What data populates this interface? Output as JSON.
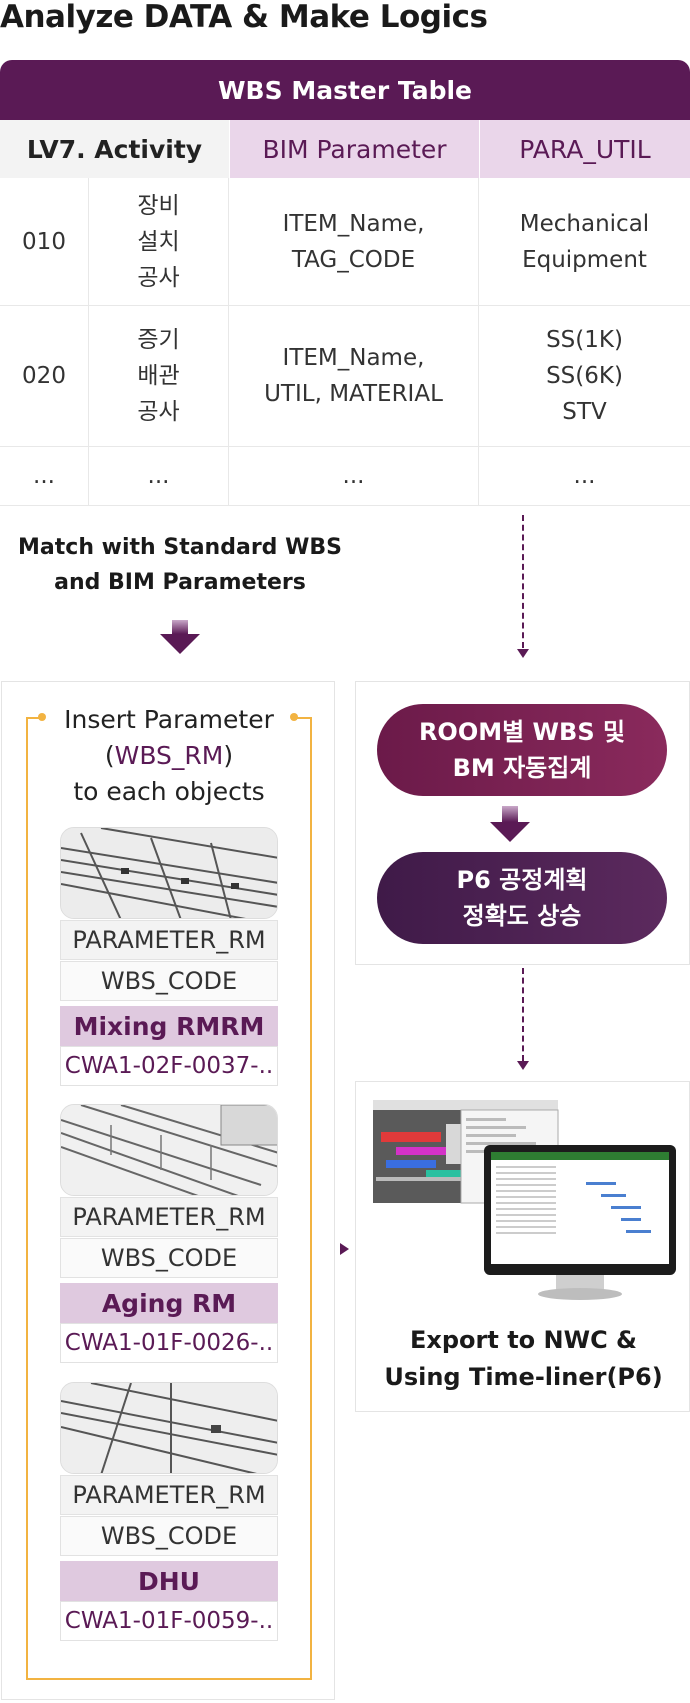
{
  "title": "Analyze DATA & Make Logics",
  "wbs_table": {
    "header": "WBS Master Table",
    "columns": [
      "LV7. Activity",
      "BIM Parameter",
      "PARA_UTIL"
    ],
    "rows": [
      {
        "code": "010",
        "name": "장비\n설치\n공사",
        "bim": "ITEM_Name,\nTAG_CODE",
        "util": "Mechanical\nEquipment"
      },
      {
        "code": "020",
        "name": "증기\n배관\n공사",
        "bim": "ITEM_Name,\nUTIL, MATERIAL",
        "util": "SS(1K)\nSS(6K)\nSTV"
      },
      {
        "code": "...",
        "name": "...",
        "bim": "...",
        "util": "..."
      }
    ]
  },
  "match_text": "Match with Standard WBS\nand BIM Parameters",
  "left_panel": {
    "insert_pre": "Insert Parameter",
    "insert_open": "(",
    "insert_param": "WBS_RM",
    "insert_close": ")",
    "insert_post": "to each objects",
    "objects": [
      {
        "param_label": "PARAMETER_RM",
        "wbs_label": "WBS_CODE",
        "room": "Mixing RMRM",
        "code": "CWA1-02F-0037-.."
      },
      {
        "param_label": "PARAMETER_RM",
        "wbs_label": "WBS_CODE",
        "room": "Aging RM",
        "code": "CWA1-01F-0026-.."
      },
      {
        "param_label": "PARAMETER_RM",
        "wbs_label": "WBS_CODE",
        "room": "DHU",
        "code": "CWA1-01F-0059-.."
      }
    ]
  },
  "right_panel": {
    "pill1": "ROOM별 WBS 및\nBM 자동집계",
    "pill2": "P6 공정계획\n정확도 상승",
    "export_text": "Export to NWC &\nUsing Time-liner(P6)"
  },
  "colors": {
    "primary_purple": "#5a1a55",
    "light_purple": "#ead6ea",
    "orange_bracket": "#f2b341",
    "pill_magenta": "#7a2152",
    "pill_dark": "#4b2053"
  }
}
